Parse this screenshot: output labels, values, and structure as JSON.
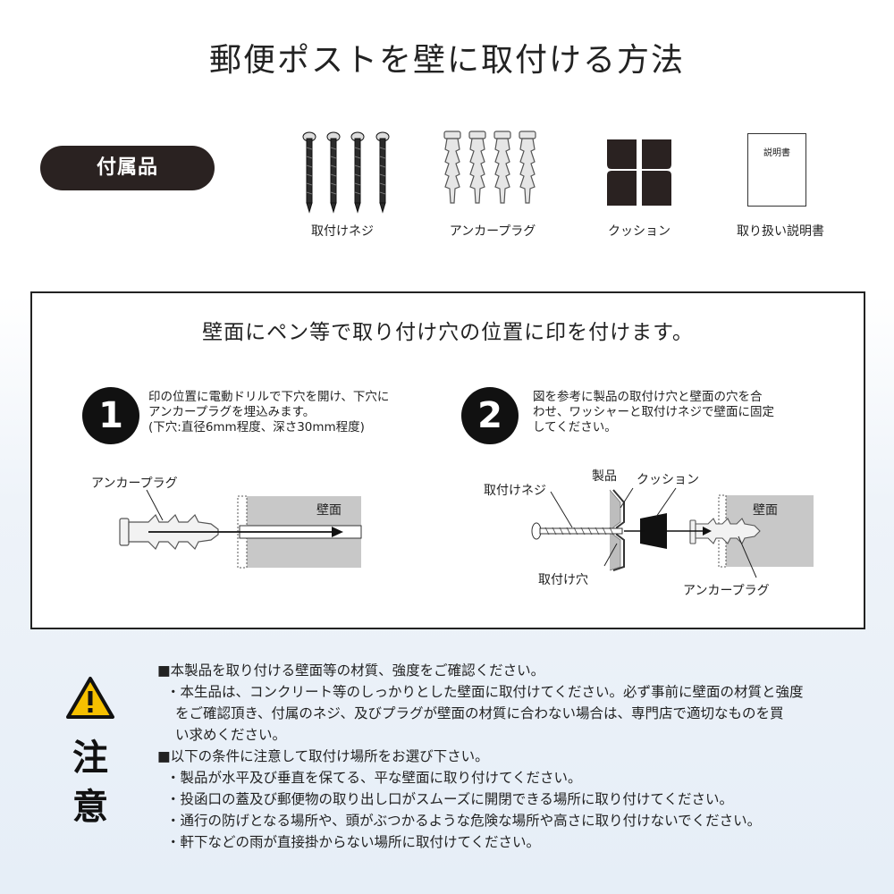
{
  "title": "郵便ポストを壁に取付ける方法",
  "accessories": {
    "heading": "付属品",
    "items": [
      {
        "label": "取付けネジ",
        "icon": "screw-icon"
      },
      {
        "label": "アンカープラグ",
        "icon": "anchor-plug-icon"
      },
      {
        "label": "クッション",
        "icon": "cushion-icon"
      },
      {
        "label": "取り扱い説明書",
        "icon": "manual-icon"
      }
    ],
    "manual_cover_text": "説明書"
  },
  "instructions": {
    "heading": "壁面にペン等で取り付け穴の位置に印を付けます。",
    "step1": {
      "number": "1",
      "text": "印の位置に電動ドリルで下穴を開け、下穴に\nアンカープラグを埋込みます。\n(下穴:直径6mm程度、深さ30mm程度)",
      "labels": {
        "anchor": "アンカープラグ",
        "wall": "壁面"
      }
    },
    "step2": {
      "number": "2",
      "text": "図を参考に製品の取付け穴と壁面の穴を合\nわせ、ワッシャーと取付けネジで壁面に固定\nしてください。",
      "labels": {
        "screw": "取付けネジ",
        "product": "製品",
        "cushion": "クッション",
        "wall": "壁面",
        "hole": "取付け穴",
        "anchor": "アンカープラグ"
      }
    }
  },
  "caution": {
    "label_chars": [
      "注",
      "意"
    ],
    "lines": [
      "■本製品を取り付ける壁面等の材質、強度をご確認ください。",
      "・本生品は、コンクリート等のしっかりとした壁面に取付けてください。必ず事前に壁面の材質と強度",
      "をご確認頂き、付属のネジ、及びプラグが壁面の材質に合わない場合は、専門店で適切なものを買",
      "い求めください。",
      "■以下の条件に注意して取付け場所をお選び下さい。",
      "・製品が水平及び垂直を保てる、平な壁面に取り付けてください。",
      "・投函口の蓋及び郵便物の取り出し口がスムーズに開閉できる場所に取り付けてください。",
      "・通行の防げとなる場所や、頭がぶつかるような危険な場所や高さに取り付けないでください。",
      "・軒下などの雨が直接掛からない場所に取付けてください。"
    ]
  }
}
